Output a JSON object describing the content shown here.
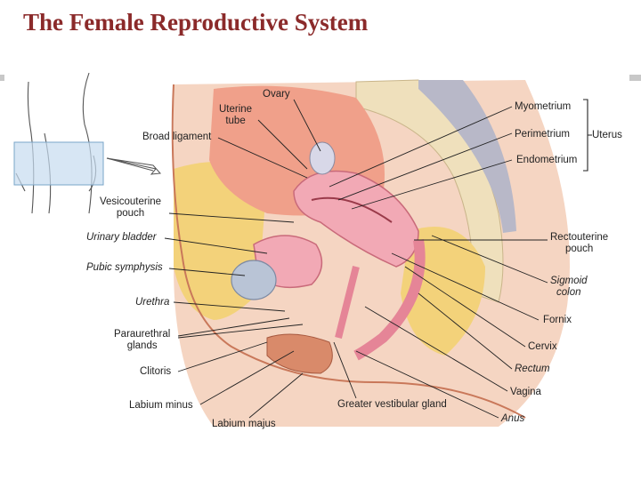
{
  "title": "The Female Reproductive System",
  "labels": {
    "ovary": "Ovary",
    "uterine_tube_1": "Uterine",
    "uterine_tube_2": "tube",
    "broad_ligament": "Broad ligament",
    "vesicouterine_1": "Vesicouterine",
    "vesicouterine_2": "pouch",
    "urinary_bladder": "Urinary bladder",
    "pubic_symphysis": "Pubic symphysis",
    "urethra": "Urethra",
    "paraurethral_1": "Paraurethral",
    "paraurethral_2": "glands",
    "clitoris": "Clitoris",
    "labium_minus": "Labium minus",
    "labium_majus": "Labium majus",
    "greater_vestibular_gland": "Greater vestibular gland",
    "myometrium": "Myometrium",
    "perimetrium": "Perimetrium",
    "endometrium": "Endometrium",
    "uterus": "Uterus",
    "rectouterine_1": "Rectouterine",
    "rectouterine_2": "pouch",
    "sigmoid_1": "Sigmoid",
    "sigmoid_2": "colon",
    "fornix": "Fornix",
    "cervix": "Cervix",
    "rectum": "Rectum",
    "vagina": "Vagina",
    "anus": "Anus"
  },
  "colors": {
    "title": "#8b2a2a",
    "skin": "#e9a27e",
    "fat": "#f3d27a",
    "uterus_tissue": "#f2a9b5",
    "bone": "#efe0bc",
    "leader": "#222222"
  }
}
